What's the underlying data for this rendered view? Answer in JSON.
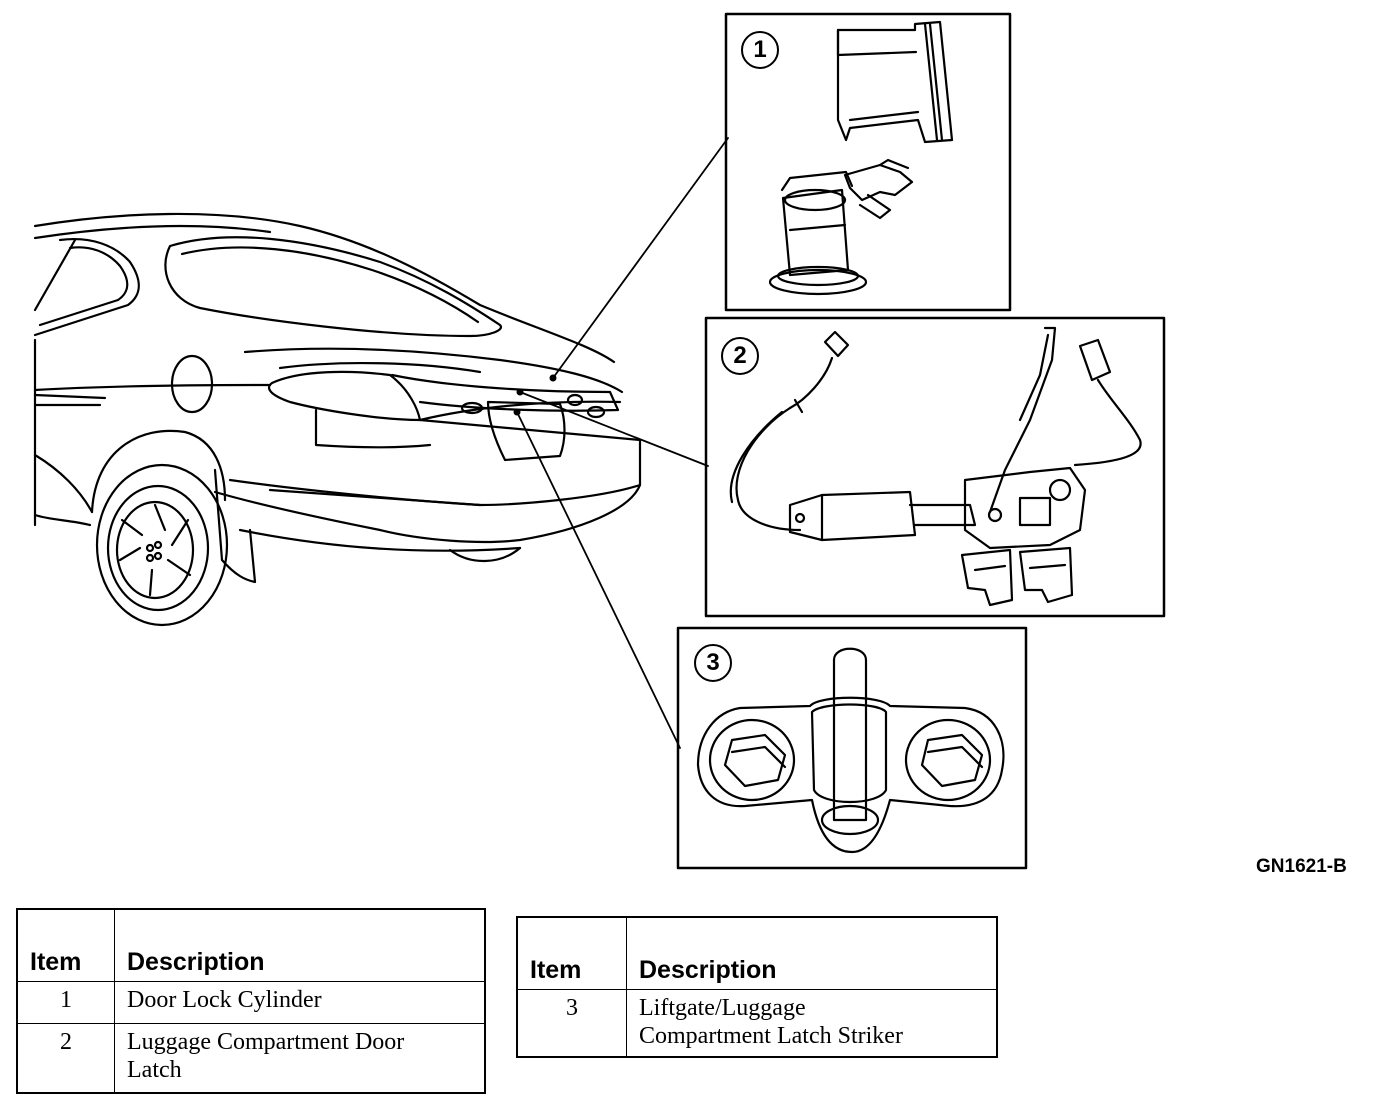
{
  "diagram": {
    "callouts": [
      {
        "number": "1"
      },
      {
        "number": "2"
      },
      {
        "number": "3"
      }
    ],
    "figure_code": "GN1621-B"
  },
  "legend_left": {
    "headers": {
      "item": "Item",
      "description": "Description"
    },
    "rows": [
      {
        "item": "1",
        "description_line1": "Door Lock Cylinder",
        "description_line2": ""
      },
      {
        "item": "2",
        "description_line1": "Luggage Compartment Door",
        "description_line2": "Latch"
      }
    ]
  },
  "legend_right": {
    "headers": {
      "item": "Item",
      "description": "Description"
    },
    "rows": [
      {
        "item": "3",
        "description_line1": "Liftgate/Luggage",
        "description_line2": "Compartment Latch Striker"
      }
    ]
  }
}
